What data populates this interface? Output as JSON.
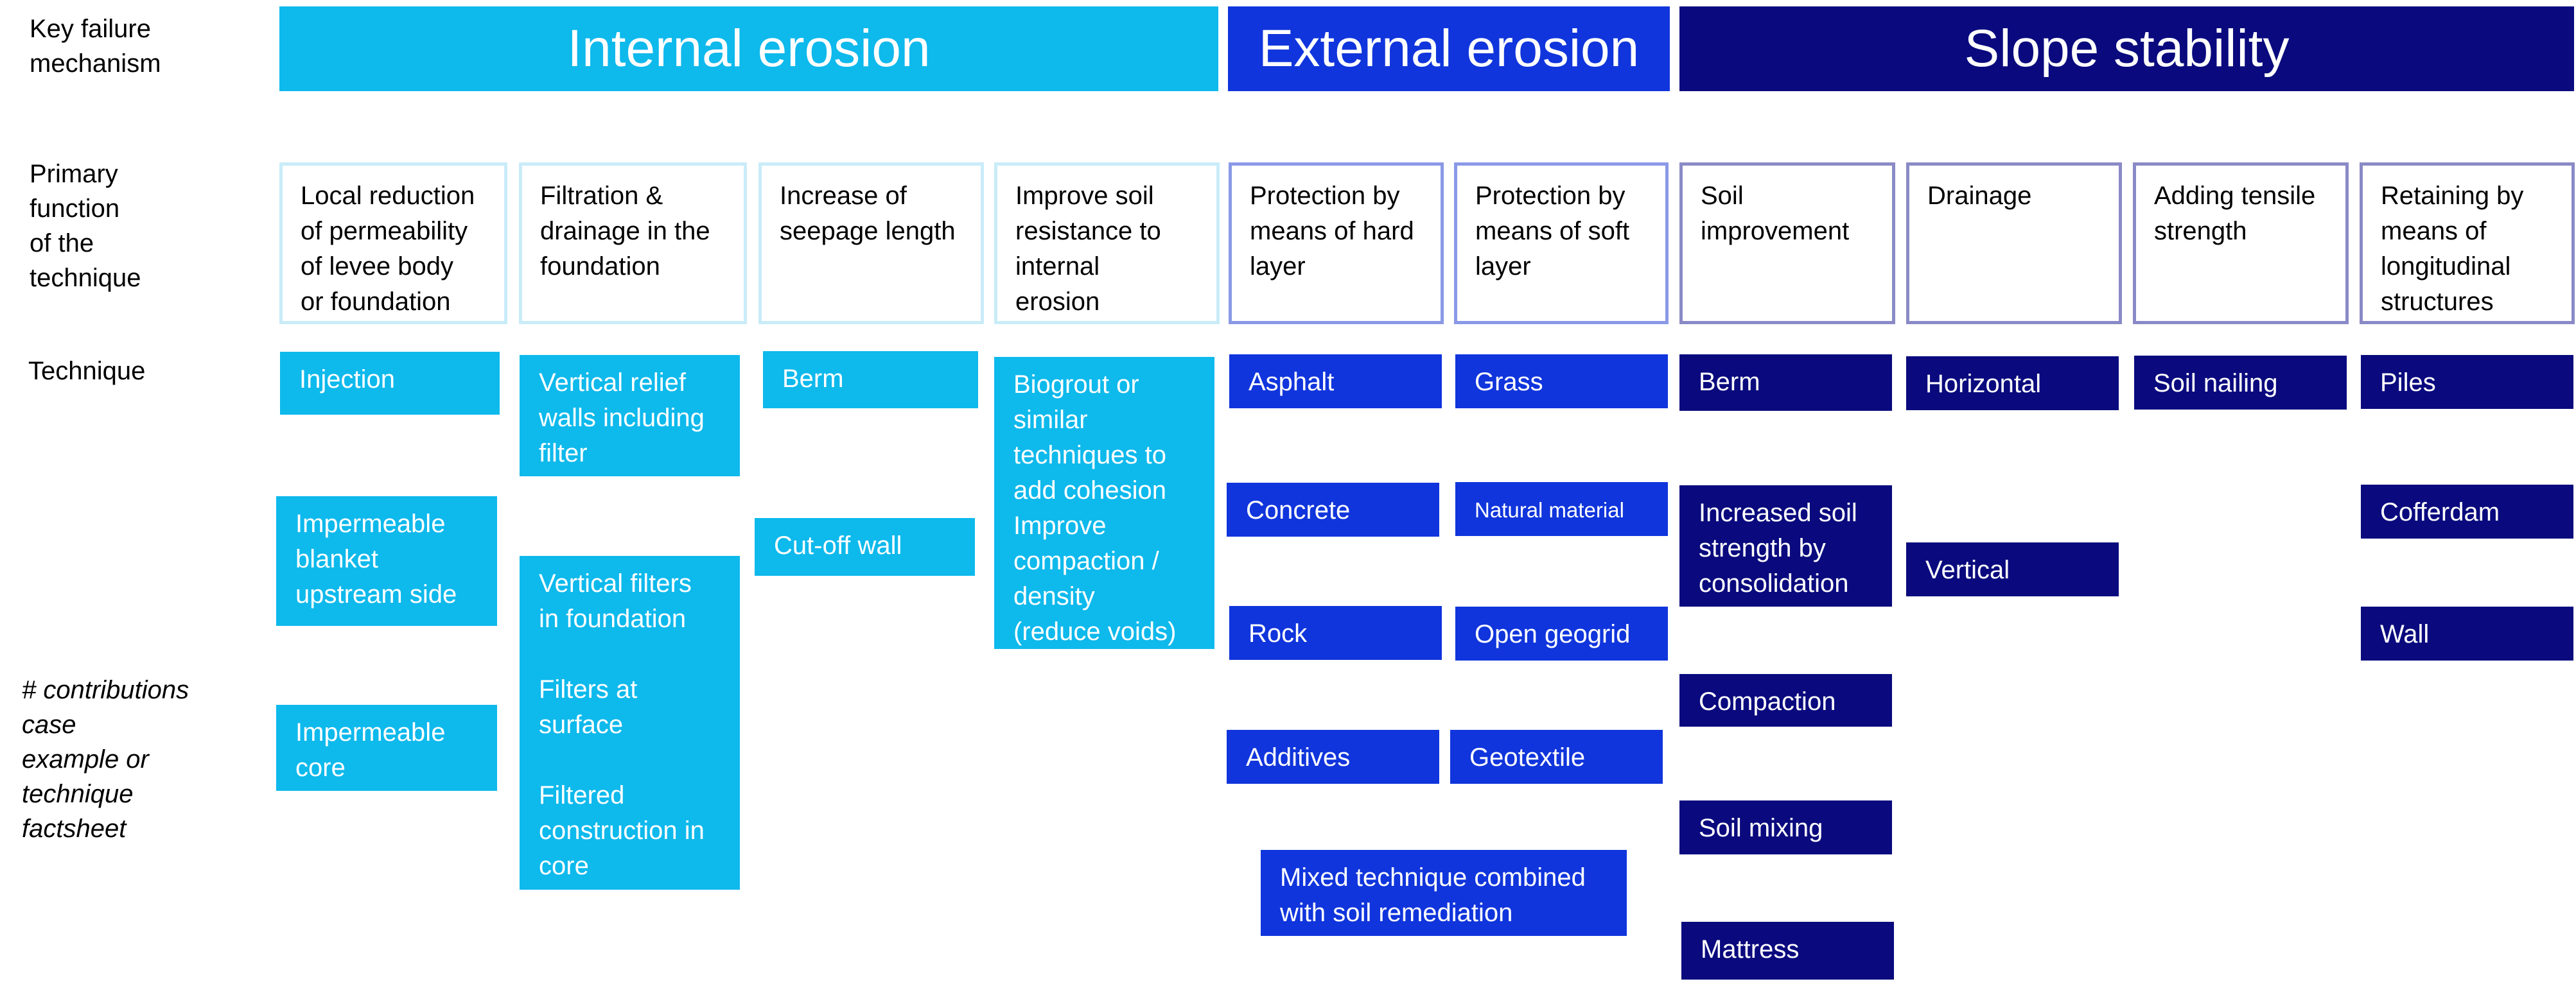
{
  "colors": {
    "internal": "#0EB9EC",
    "external": "#1035DC",
    "slope": "#0A0A7E",
    "internal_border": "#C9ECF8",
    "external_border": "#8A99E6",
    "slope_border": "#8A8AC7"
  },
  "row_labels": {
    "mechanism": "Key failure\nmechanism",
    "function": "Primary\nfunction\nof the\ntechnique",
    "technique": "Technique",
    "contributions": "# contributions\ncase\nexample or\ntechnique\nfactsheet"
  },
  "mechanisms": [
    {
      "label": "Internal erosion",
      "group": "internal"
    },
    {
      "label": "External erosion",
      "group": "external"
    },
    {
      "label": "Slope stability",
      "group": "slope"
    }
  ],
  "functions": [
    {
      "label": "Local reduction\nof permeability\nof levee body\nor foundation",
      "group": "internal"
    },
    {
      "label": "Filtration &\ndrainage in the\nfoundation",
      "group": "internal"
    },
    {
      "label": "Increase of\nseepage length",
      "group": "internal"
    },
    {
      "label": "Improve soil\nresistance to\ninternal\nerosion",
      "group": "internal"
    },
    {
      "label": "Protection by\nmeans of hard\nlayer",
      "group": "external"
    },
    {
      "label": "Protection by\nmeans of soft\nlayer",
      "group": "external"
    },
    {
      "label": "Soil\nimprovement",
      "group": "slope"
    },
    {
      "label": "Drainage",
      "group": "slope"
    },
    {
      "label": "Adding tensile\nstrength",
      "group": "slope"
    },
    {
      "label": "Retaining by\nmeans of\nlongitudinal\nstructures",
      "group": "slope"
    }
  ],
  "techniques": [
    {
      "label": "Injection",
      "group": "internal"
    },
    {
      "label": "Impermeable\nblanket\nupstream side",
      "group": "internal"
    },
    {
      "label": "Impermeable\ncore",
      "group": "internal"
    },
    {
      "label": "Vertical relief\nwalls including\nfilter",
      "group": "internal"
    },
    {
      "label": "Vertical filters\nin foundation\n\nFilters at\nsurface\n\nFiltered\nconstruction in\ncore",
      "group": "internal"
    },
    {
      "label": "Berm",
      "group": "internal"
    },
    {
      "label": "Cut-off wall",
      "group": "internal"
    },
    {
      "label": "Biogrout or\nsimilar\ntechniques to\nadd cohesion\nImprove\ncompaction /\ndensity\n(reduce voids)",
      "group": "internal"
    },
    {
      "label": "Asphalt",
      "group": "external"
    },
    {
      "label": "Concrete",
      "group": "external"
    },
    {
      "label": "Rock",
      "group": "external"
    },
    {
      "label": "Additives",
      "group": "external"
    },
    {
      "label": "Grass",
      "group": "external"
    },
    {
      "label": "Natural material",
      "group": "external"
    },
    {
      "label": "Open geogrid",
      "group": "external"
    },
    {
      "label": "Geotextile",
      "group": "external"
    },
    {
      "label": "Mixed technique combined\nwith soil remediation",
      "group": "external"
    },
    {
      "label": "Berm",
      "group": "slope"
    },
    {
      "label": "Increased soil\nstrength by\nconsolidation",
      "group": "slope"
    },
    {
      "label": "Compaction",
      "group": "slope"
    },
    {
      "label": "Soil mixing",
      "group": "slope"
    },
    {
      "label": "Mattress",
      "group": "slope"
    },
    {
      "label": "Horizontal",
      "group": "slope"
    },
    {
      "label": "Vertical",
      "group": "slope"
    },
    {
      "label": "Soil nailing",
      "group": "slope"
    },
    {
      "label": "Piles",
      "group": "slope"
    },
    {
      "label": "Cofferdam",
      "group": "slope"
    },
    {
      "label": "Wall",
      "group": "slope"
    }
  ]
}
